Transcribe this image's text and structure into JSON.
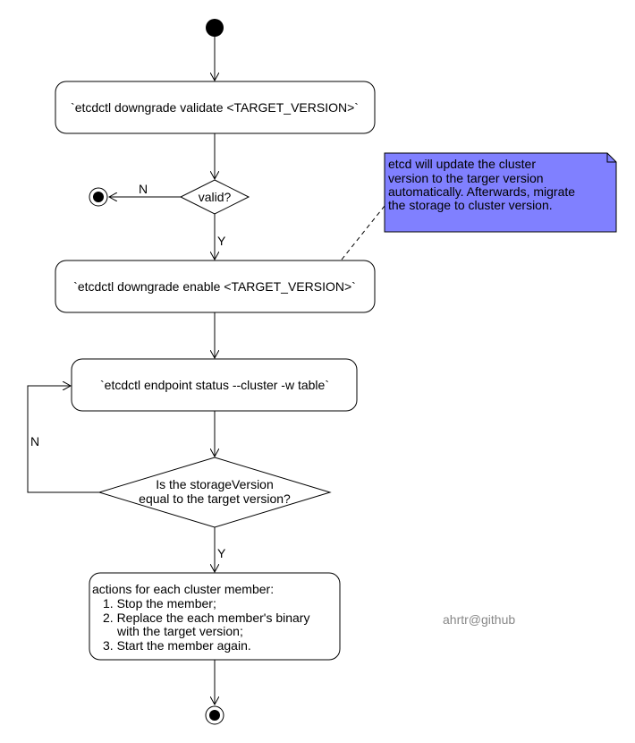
{
  "activities": {
    "validate": "`etcdctl downgrade validate <TARGET_VERSION>`",
    "enable": "`etcdctl downgrade enable <TARGET_VERSION>`",
    "status": "`etcdctl endpoint status --cluster -w table`",
    "actions": {
      "title": "actions for each cluster member:",
      "steps": [
        "1. Stop the member;",
        "2. Replace the each member's binary",
        "with the target version;",
        "3. Start the member again."
      ]
    }
  },
  "decisions": {
    "valid": {
      "question": "valid?",
      "no_label": "N",
      "yes_label": "Y"
    },
    "storage": {
      "question_line1": "Is the storageVersion",
      "question_line2": "equal to the target version?",
      "no_label": "N",
      "yes_label": "Y"
    }
  },
  "note": {
    "lines": [
      "etcd will update the cluster",
      "version to the targer version",
      "automatically. Afterwards, migrate",
      "the storage to cluster version."
    ]
  },
  "watermark": "ahrtr@github",
  "colors": {
    "note_fill": "#8080ff",
    "stroke": "#000000",
    "activity_fill": "#ffffff",
    "watermark": "#888888"
  }
}
